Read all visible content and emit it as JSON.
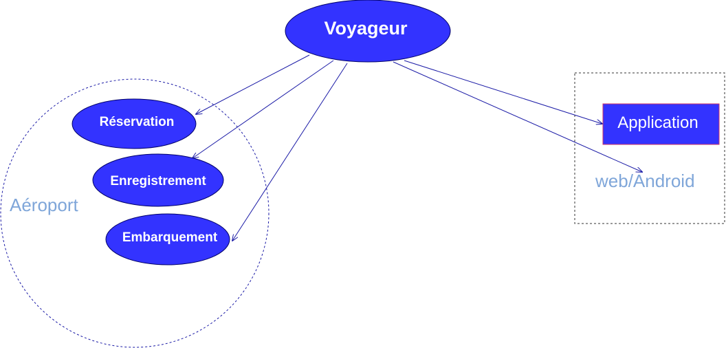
{
  "nodes": {
    "voyageur": "Voyageur",
    "reservation": "Réservation",
    "enregistrement": "Enregistrement",
    "embarquement": "Embarquement",
    "application": "Application"
  },
  "groups": {
    "aeroport": "Aéroport",
    "platform": "web/Android"
  },
  "colors": {
    "node_fill": "#3333ff",
    "edge": "#1a1aa6",
    "group_label": "#7fa6d9",
    "application_border": "#cc3366"
  }
}
